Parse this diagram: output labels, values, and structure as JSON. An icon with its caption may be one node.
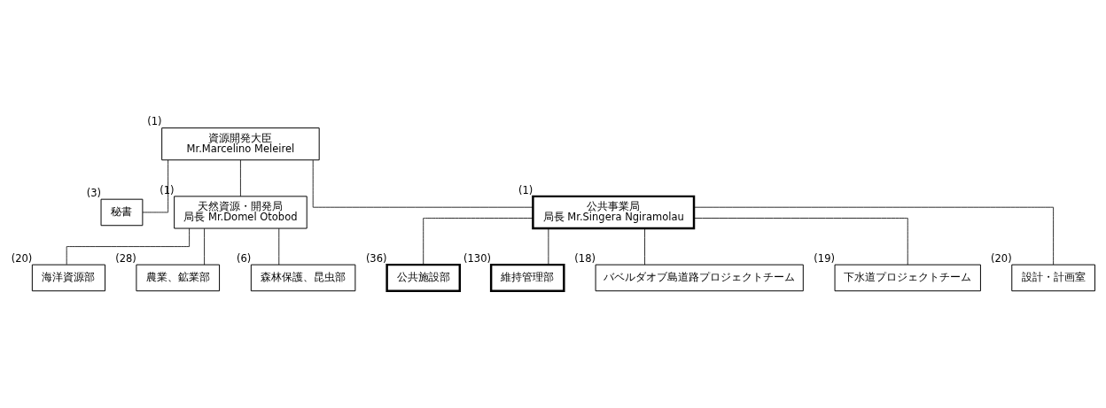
{
  "diagram": {
    "nodes": [
      {
        "text": [
          "資源開発大臣",
          "Mr.Marcelino Meleirel"
        ],
        "beside": [
          "(1)"
        ]
      },
      {
        "text": [
          "秘書"
        ],
        "beside": [
          "(3)"
        ]
      },
      {
        "text": [
          "天然資源・開発局",
          "局長 Mr.Domel Otobod"
        ],
        "beside": [
          "(1)"
        ]
      },
      {
        "text": [
          "公共事業局",
          "局長 Mr.Singera Ngiramolau"
        ],
        "beside": [
          "(1)"
        ]
      },
      {
        "text": [
          "海洋資源部"
        ],
        "beside": [
          "(20)"
        ]
      },
      {
        "text": [
          "農業、鉱業部"
        ],
        "beside": [
          "(28)"
        ]
      },
      {
        "text": [
          "森林保護、昆虫部"
        ],
        "beside": [
          "(6)"
        ]
      },
      {
        "text": [
          "公共施設部"
        ],
        "beside": [
          "(36)"
        ]
      },
      {
        "text": [
          "維持管理部"
        ],
        "beside": [
          "(130)"
        ]
      },
      {
        "text": [
          "バベルダオブ島道路プロジェクトチーム"
        ],
        "beside": [
          "(18)"
        ]
      },
      {
        "text": [
          "下水道プロジェクトチーム"
        ],
        "beside": [
          "(19)"
        ]
      },
      {
        "text": [
          "設計・計画室"
        ],
        "beside": [
          "(20)"
        ]
      }
    ],
    "edges": [
      {
        "from": 0,
        "to": 1,
        "arrow": "none"
      },
      {
        "from": 0,
        "to": 2,
        "arrow": "none"
      },
      {
        "from": 0,
        "to": 3,
        "arrow": "none"
      },
      {
        "from": 2,
        "to": 4,
        "arrow": "none"
      },
      {
        "from": 2,
        "to": 5,
        "arrow": "none"
      },
      {
        "from": 2,
        "to": 6,
        "arrow": "none"
      },
      {
        "from": 3,
        "to": 7,
        "arrow": "none"
      },
      {
        "from": 3,
        "to": 8,
        "arrow": "none"
      },
      {
        "from": 3,
        "to": 9,
        "arrow": "none"
      },
      {
        "from": 3,
        "to": 10,
        "arrow": "none"
      },
      {
        "from": 3,
        "to": 11,
        "arrow": "none"
      }
    ]
  }
}
